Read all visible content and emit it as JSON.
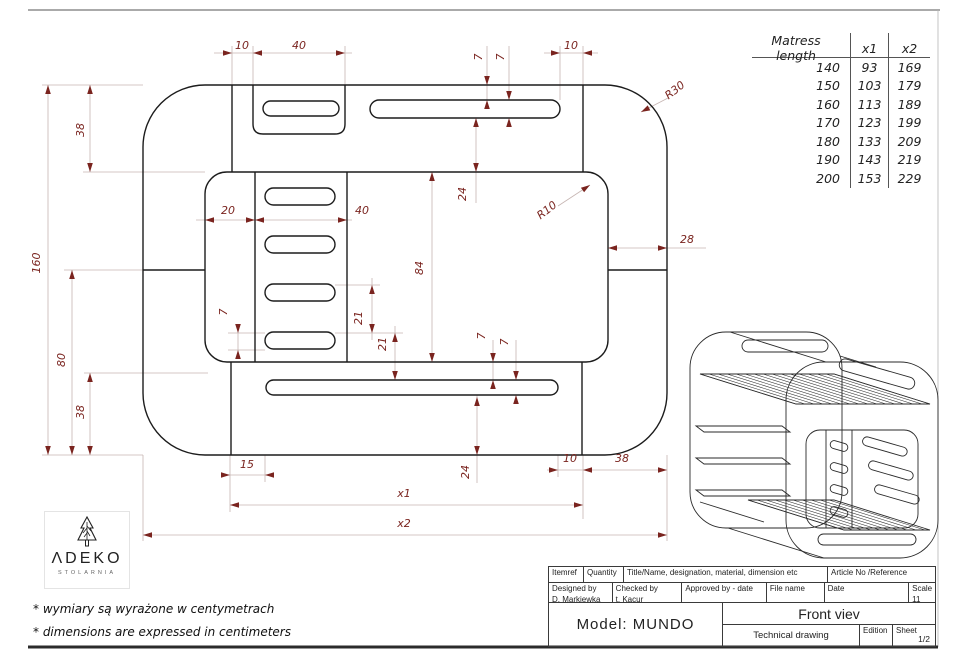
{
  "dims": {
    "t10l": "10",
    "t40": "40",
    "t7a": "7",
    "t7b": "7",
    "t10r": "10",
    "r30": "R30",
    "r10": "R10",
    "l38t": "38",
    "l160": "160",
    "l80": "80",
    "l38b": "38",
    "i20": "20",
    "i40": "40",
    "i84": "84",
    "i24": "24",
    "i21a": "21",
    "i21b": "21",
    "i7": "7",
    "r28": "28",
    "b7a": "7",
    "b7b": "7",
    "b24": "24",
    "b15": "15",
    "b10": "10",
    "b38": "38",
    "x1": "x1",
    "x2": "x2"
  },
  "mattress_table": {
    "headers": [
      "Matress length",
      "x1",
      "x2"
    ],
    "rows": [
      [
        "140",
        "93",
        "169"
      ],
      [
        "150",
        "103",
        "179"
      ],
      [
        "160",
        "113",
        "189"
      ],
      [
        "170",
        "123",
        "199"
      ],
      [
        "180",
        "133",
        "209"
      ],
      [
        "190",
        "143",
        "219"
      ],
      [
        "200",
        "153",
        "229"
      ]
    ]
  },
  "logo": {
    "text": "ΛDEKO",
    "subtitle": "STOLARNIA"
  },
  "notes": {
    "line1": "* wymiary są wyrażone w centymetrach",
    "line2": "* dimensions are expressed in centimeters"
  },
  "title_block": {
    "itemref": "Itemref",
    "quantity": "Quantity",
    "title_name": "Title/Name, designation, material, dimension etc",
    "article": "Article No /Reference",
    "designed_by": "Designed by",
    "designed_val": "D. Markiewka",
    "checked_by": "Checked by",
    "checked_val": "t. Kacur",
    "approved_by": "Approved by - date",
    "file_name": "File name",
    "date": "Date",
    "scale": "Scale",
    "scale_val": "11",
    "model": "Model: MUNDO",
    "view": "Front viev",
    "drawing_type": "Technical drawing",
    "edition": "Edition",
    "sheet": "Sheet",
    "sheet_val": "1/2"
  },
  "colors": {
    "dimension": "#7a241f",
    "line": "#1c1c1c",
    "extension": "#c6b5b2"
  }
}
